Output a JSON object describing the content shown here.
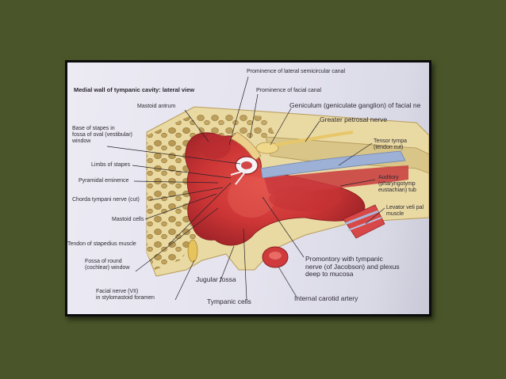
{
  "figure": {
    "title": "Medial wall of tympanic cavity: lateral view",
    "labels": {
      "lateral_semicircular_canal": "Prominence of lateral semicircular canal",
      "facial_canal": "Prominence of facial canal",
      "geniculum": "Geniculum (geniculate ganglion) of facial ne",
      "greater_petrosal": "Greater petrosal nerve",
      "mastoid_antrum": "Mastoid antrum",
      "base_of_stapes": "Base of stapes in\nfossa of oval (vestibular)\nwindow",
      "limbs_of_stapes": "Limbs of stapes",
      "pyramidal_eminence": "Pyramidal eminence",
      "chorda_tympani": "Chorda tympani nerve (cut)",
      "mastoid_cells": "Mastoid cells",
      "tendon_stapedius": "Tendon of stapedius muscle",
      "fossa_round": "Fossa of round\n(cochlear) window",
      "facial_nerve": "Facial nerve (VII)\nin stylomastoid foramen",
      "jugular_fossa": "Jugular fossa",
      "tympanic_cells": "Tympanic cells",
      "internal_carotid": "Internal carotid artery",
      "promontory": "Promontory with tympanic\nnerve (of Jacobson) and plexus\ndeep to mucosa",
      "tensor_tympani": "Tensor tympa\n(tendon cut)",
      "auditory_tube": "Auditory\n(pharyngotymp\neustachian) tub",
      "levator": "Levator veli pal\nmuscle"
    }
  },
  "colors": {
    "background": "#4a5529",
    "frame": "#0c0c0c",
    "paper": "#e6e5ef",
    "bone": "#e8d9a4",
    "bone_dark": "#c9b06a",
    "tissue_red": "#d23a3a",
    "tissue_dark": "#a62529",
    "tube_blue": "#8fa7cf"
  }
}
